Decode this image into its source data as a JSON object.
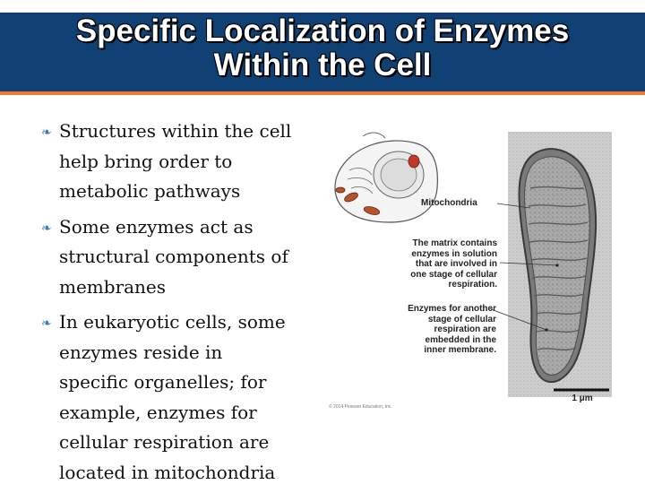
{
  "slide": {
    "title_line1": "Specific Localization of Enzymes",
    "title_line2": "Within the Cell",
    "bullets": [
      [
        "Structures within the cell",
        "help bring order to",
        "metabolic pathways"
      ],
      [
        "Some enzymes act as",
        "structural components of",
        "membranes"
      ],
      [
        "In eukaryotic cells, some",
        "enzymes reside in",
        "specific organelles; for",
        "example, enzymes for",
        "cellular respiration are",
        "located in mitochondria"
      ]
    ]
  },
  "figure": {
    "label_mitochondria": "Mitochondria",
    "label_matrix": [
      "The matrix contains",
      "enzymes in solution",
      "that are involved in",
      "one stage of cellular",
      "respiration."
    ],
    "label_inner_membrane": [
      "Enzymes for another",
      "stage of cellular",
      "respiration are",
      "embedded in the",
      "inner membrane."
    ],
    "scale_bar": "1 μm",
    "copyright": "© 2014 Pearson Education, Inc."
  },
  "colors": {
    "title_bg": "#0f4174",
    "accent_line": "#f07a2c",
    "bullet_icon": "#3b7bbf"
  }
}
